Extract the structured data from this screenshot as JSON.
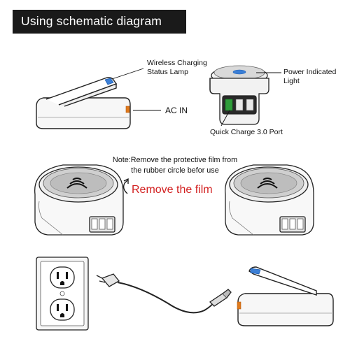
{
  "title": "Using schematic diagram",
  "labels": {
    "wireless_line1": "Wireless Charging",
    "wireless_line2": "Status Lamp",
    "power_line1": "Power Indicated",
    "power_line2": "Light",
    "ac_in": "AC IN",
    "quick_charge": "Quick Charge 3.0 Port"
  },
  "note": {
    "line1": "Note:Remove the protective film from",
    "line2": "the rubber circle befor use"
  },
  "remove_film": "Remove the film",
  "colors": {
    "title_bg": "#1a1a1a",
    "title_text": "#ffffff",
    "accent_blue": "#3b7fd6",
    "port_green": "#2f9d3a",
    "ac_orange": "#e07a1c",
    "red_text": "#d21f1f"
  }
}
